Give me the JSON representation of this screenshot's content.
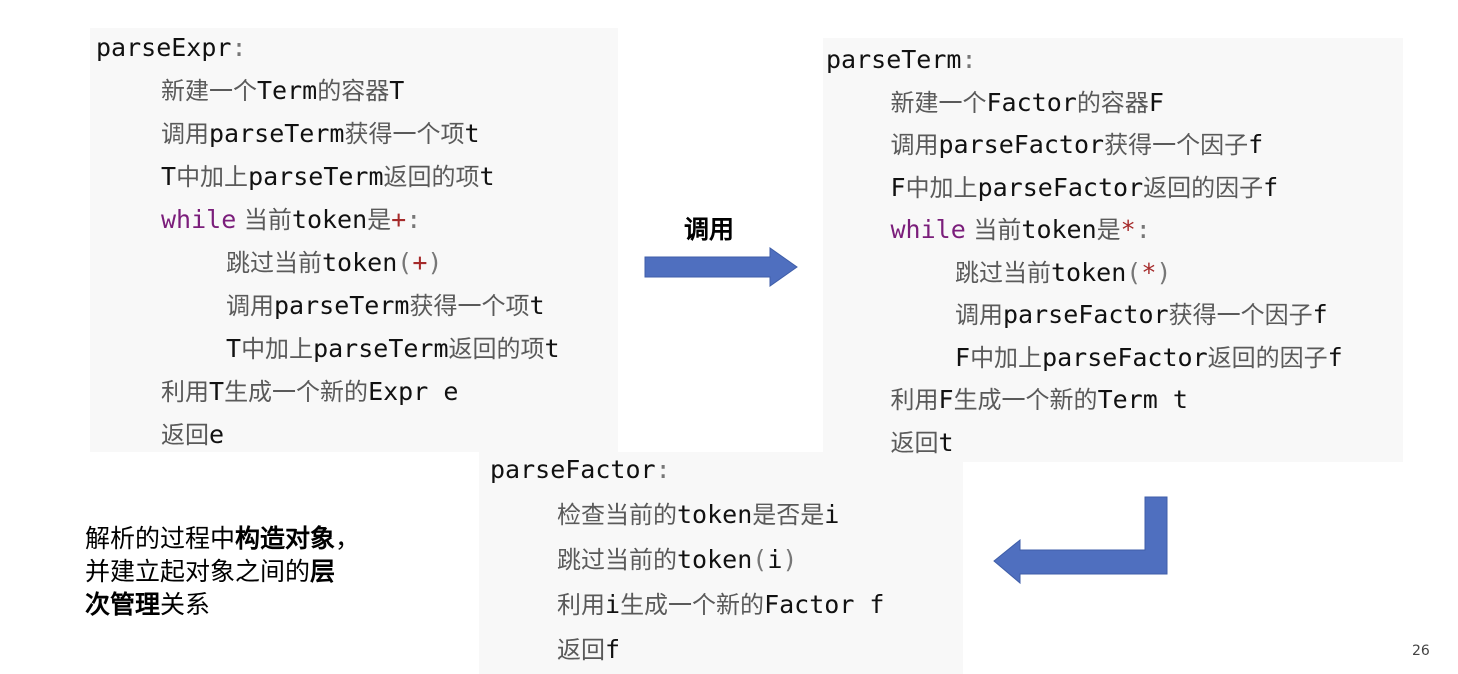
{
  "colors": {
    "arrow": "#4f6fbf",
    "keyword": "#7b1e7b",
    "operator": "#a52a2a"
  },
  "blocks": {
    "expr": [
      {
        "indent": 0,
        "segs": [
          [
            "parseExpr",
            "a"
          ],
          [
            ":",
            "p"
          ]
        ]
      },
      {
        "indent": 1,
        "segs": [
          [
            "新建一个",
            "c"
          ],
          [
            "Term",
            "a"
          ],
          [
            "的容器",
            "c"
          ],
          [
            "T",
            "a"
          ]
        ]
      },
      {
        "indent": 1,
        "segs": [
          [
            "调用",
            "c"
          ],
          [
            "parseTerm",
            "a"
          ],
          [
            "获得一个项",
            "c"
          ],
          [
            "t",
            "a"
          ]
        ]
      },
      {
        "indent": 1,
        "segs": [
          [
            "T",
            "a"
          ],
          [
            "中加上",
            "c"
          ],
          [
            "parseTerm",
            "a"
          ],
          [
            "返回的项",
            "c"
          ],
          [
            "t",
            "a"
          ]
        ]
      },
      {
        "indent": 1,
        "segs": [
          [
            "while",
            "k"
          ],
          [
            " 当前",
            "c"
          ],
          [
            "token",
            "a"
          ],
          [
            "是",
            "c"
          ],
          [
            "+",
            "o"
          ],
          [
            ":",
            "p"
          ]
        ]
      },
      {
        "indent": 2,
        "segs": [
          [
            "跳过当前",
            "c"
          ],
          [
            "token",
            "a"
          ],
          [
            "(",
            "p"
          ],
          [
            "+",
            "o"
          ],
          [
            ")",
            "p"
          ]
        ]
      },
      {
        "indent": 2,
        "segs": [
          [
            "调用",
            "c"
          ],
          [
            "parseTerm",
            "a"
          ],
          [
            "获得一个项",
            "c"
          ],
          [
            "t",
            "a"
          ]
        ]
      },
      {
        "indent": 2,
        "segs": [
          [
            "T",
            "a"
          ],
          [
            "中加上",
            "c"
          ],
          [
            "parseTerm",
            "a"
          ],
          [
            "返回的项",
            "c"
          ],
          [
            "t",
            "a"
          ]
        ]
      },
      {
        "indent": 1,
        "segs": [
          [
            "利用",
            "c"
          ],
          [
            "T",
            "a"
          ],
          [
            "生成一个新的",
            "c"
          ],
          [
            "Expr e",
            "a"
          ]
        ]
      },
      {
        "indent": 1,
        "segs": [
          [
            "返回",
            "c"
          ],
          [
            "e",
            "a"
          ]
        ]
      }
    ],
    "term": [
      {
        "indent": 0,
        "segs": [
          [
            "parseTerm",
            "a"
          ],
          [
            ":",
            "p"
          ]
        ]
      },
      {
        "indent": 1,
        "segs": [
          [
            "新建一个",
            "c"
          ],
          [
            "Factor",
            "a"
          ],
          [
            "的容器",
            "c"
          ],
          [
            "F",
            "a"
          ]
        ]
      },
      {
        "indent": 1,
        "segs": [
          [
            "调用",
            "c"
          ],
          [
            "parseFactor",
            "a"
          ],
          [
            "获得一个因子",
            "c"
          ],
          [
            "f",
            "a"
          ]
        ]
      },
      {
        "indent": 1,
        "segs": [
          [
            "F",
            "a"
          ],
          [
            "中加上",
            "c"
          ],
          [
            "parseFactor",
            "a"
          ],
          [
            "返回的因子",
            "c"
          ],
          [
            "f",
            "a"
          ]
        ]
      },
      {
        "indent": 1,
        "segs": [
          [
            "while",
            "k"
          ],
          [
            " 当前",
            "c"
          ],
          [
            "token",
            "a"
          ],
          [
            "是",
            "c"
          ],
          [
            "*",
            "o"
          ],
          [
            ":",
            "p"
          ]
        ]
      },
      {
        "indent": 2,
        "segs": [
          [
            "跳过当前",
            "c"
          ],
          [
            "token",
            "a"
          ],
          [
            "(",
            "p"
          ],
          [
            "*",
            "o"
          ],
          [
            ")",
            "p"
          ]
        ]
      },
      {
        "indent": 2,
        "segs": [
          [
            "调用",
            "c"
          ],
          [
            "parseFactor",
            "a"
          ],
          [
            "获得一个因子",
            "c"
          ],
          [
            "f",
            "a"
          ]
        ]
      },
      {
        "indent": 2,
        "segs": [
          [
            "F",
            "a"
          ],
          [
            "中加上",
            "c"
          ],
          [
            "parseFactor",
            "a"
          ],
          [
            "返回的因子",
            "c"
          ],
          [
            "f",
            "a"
          ]
        ]
      },
      {
        "indent": 1,
        "segs": [
          [
            "利用",
            "c"
          ],
          [
            "F",
            "a"
          ],
          [
            "生成一个新的",
            "c"
          ],
          [
            "Term t",
            "a"
          ]
        ]
      },
      {
        "indent": 1,
        "segs": [
          [
            "返回",
            "c"
          ],
          [
            "t",
            "a"
          ]
        ]
      }
    ],
    "factor": [
      {
        "indent": 0,
        "segs": [
          [
            "parseFactor",
            "a"
          ],
          [
            ":",
            "p"
          ]
        ]
      },
      {
        "indent": 1,
        "segs": [
          [
            "检查当前的",
            "c"
          ],
          [
            "token",
            "a"
          ],
          [
            "是否是",
            "c"
          ],
          [
            "i",
            "a"
          ]
        ]
      },
      {
        "indent": 1,
        "segs": [
          [
            "跳过当前的",
            "c"
          ],
          [
            "token",
            "a"
          ],
          [
            "(",
            "p"
          ],
          [
            "i",
            "a"
          ],
          [
            ")",
            "p"
          ]
        ]
      },
      {
        "indent": 1,
        "segs": [
          [
            "利用",
            "c"
          ],
          [
            "i",
            "a"
          ],
          [
            "生成一个新的",
            "c"
          ],
          [
            "Factor f",
            "a"
          ]
        ]
      },
      {
        "indent": 1,
        "segs": [
          [
            "返回",
            "c"
          ],
          [
            "f",
            "a"
          ]
        ]
      }
    ]
  },
  "call_label": "调用",
  "note": {
    "p1": "解析的过程中",
    "b1": "构造对象",
    "p2": "，",
    "p3": "并建立起对象之间的",
    "b2": "层",
    "b3": "次管理",
    "p4": "关系"
  },
  "page_number": "26"
}
